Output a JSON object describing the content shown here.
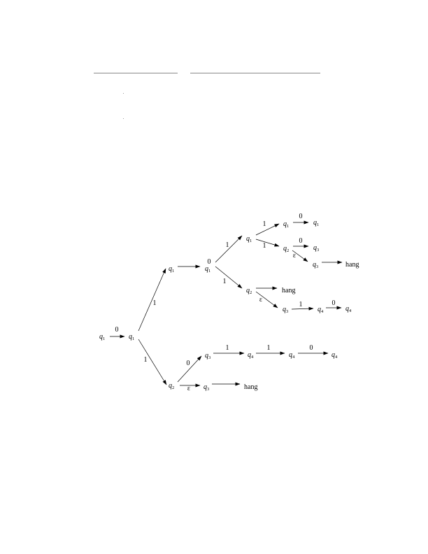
{
  "diagram": {
    "nodes": [
      {
        "id": "n0",
        "state": "q",
        "sub": "1"
      },
      {
        "id": "n1",
        "state": "q",
        "sub": "1"
      },
      {
        "id": "n2",
        "state": "q",
        "sub": "1"
      },
      {
        "id": "n3",
        "state": "q",
        "sub": "2"
      },
      {
        "id": "n4",
        "state": "q",
        "sub": "1"
      },
      {
        "id": "n5",
        "state": "q",
        "sub": "1"
      },
      {
        "id": "n6",
        "state": "q",
        "sub": "2"
      },
      {
        "id": "n7",
        "state": "q",
        "sub": "1"
      },
      {
        "id": "n8",
        "state": "q",
        "sub": "1"
      },
      {
        "id": "n9",
        "state": "q",
        "sub": "2"
      },
      {
        "id": "n10",
        "state": "q",
        "sub": "3"
      },
      {
        "id": "n11",
        "state": "q",
        "sub": "3"
      },
      {
        "id": "h1",
        "state": "hang",
        "sub": ""
      },
      {
        "id": "n12",
        "state": "q",
        "sub": "3"
      },
      {
        "id": "n13",
        "state": "q",
        "sub": "4"
      },
      {
        "id": "n14",
        "state": "q",
        "sub": "4"
      },
      {
        "id": "n15",
        "state": "q",
        "sub": "3"
      },
      {
        "id": "n16",
        "state": "q",
        "sub": "4"
      },
      {
        "id": "n17",
        "state": "q",
        "sub": "4"
      },
      {
        "id": "n18",
        "state": "q",
        "sub": "4"
      },
      {
        "id": "n19",
        "state": "q",
        "sub": "3"
      },
      {
        "id": "h2",
        "state": "hang",
        "sub": ""
      },
      {
        "id": "h3",
        "state": "hang",
        "sub": ""
      }
    ],
    "edges": [
      {
        "id": "e0",
        "from": "n0",
        "to": "n1",
        "label": "0"
      },
      {
        "id": "e1",
        "from": "n1",
        "to": "n2",
        "label": "1"
      },
      {
        "id": "e2",
        "from": "n1",
        "to": "n3",
        "label": "1"
      },
      {
        "id": "e3",
        "from": "n2",
        "to": "n4",
        "label": "0"
      },
      {
        "id": "e4",
        "from": "n4",
        "to": "n5",
        "label": "1"
      },
      {
        "id": "e5",
        "from": "n4",
        "to": "n6",
        "label": "1"
      },
      {
        "id": "e6",
        "from": "n5",
        "to": "n7",
        "label": "1"
      },
      {
        "id": "e7",
        "from": "n5",
        "to": "n9",
        "label": "1"
      },
      {
        "id": "e8",
        "from": "n7",
        "to": "n8",
        "label": "0"
      },
      {
        "id": "e9",
        "from": "n9",
        "to": "n10",
        "label": "0"
      },
      {
        "id": "e10",
        "from": "n9",
        "to": "n11",
        "label": "ε"
      },
      {
        "id": "e11",
        "from": "n11",
        "to": "h1",
        "label": ""
      },
      {
        "id": "e12",
        "from": "n6",
        "to": "h2",
        "label": ""
      },
      {
        "id": "e13",
        "from": "n6",
        "to": "n12",
        "label": "ε"
      },
      {
        "id": "e14",
        "from": "n12",
        "to": "n13",
        "label": "1"
      },
      {
        "id": "e15",
        "from": "n13",
        "to": "n14",
        "label": "0"
      },
      {
        "id": "e16",
        "from": "n3",
        "to": "n15",
        "label": "0"
      },
      {
        "id": "e17",
        "from": "n15",
        "to": "n16",
        "label": "1"
      },
      {
        "id": "e18",
        "from": "n16",
        "to": "n17",
        "label": "1"
      },
      {
        "id": "e19",
        "from": "n17",
        "to": "n18",
        "label": "0"
      },
      {
        "id": "e20",
        "from": "n3",
        "to": "n19",
        "label": "ε"
      },
      {
        "id": "e21",
        "from": "n19",
        "to": "h3",
        "label": ""
      }
    ]
  }
}
